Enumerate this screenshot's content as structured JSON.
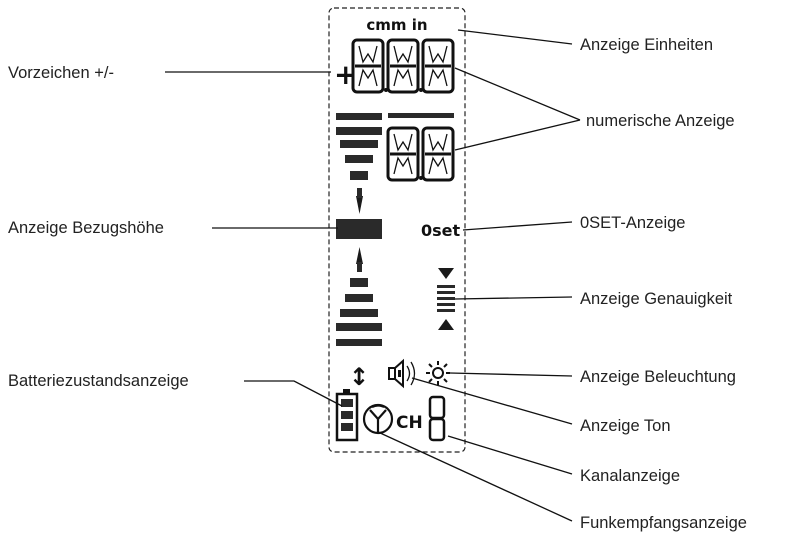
{
  "labels": {
    "sign": "Vorzeichen +/-",
    "units": "Anzeige Einheiten",
    "numeric": "numerische Anzeige",
    "reference": "Anzeige Bezugshöhe",
    "oset": "0SET-Anzeige",
    "accuracy": "Anzeige Genauigkeit",
    "battery": "Batteriezustandsanzeige",
    "light": "Anzeige Beleuchtung",
    "tone": "Anzeige Ton",
    "channel": "Kanalanzeige",
    "radio": "Funkempfangsanzeige"
  },
  "display": {
    "units_text": "cmm in",
    "sign_glyph": "+",
    "oset_text": "0set",
    "ch_text": "CH",
    "arrow_glyph": "↕"
  }
}
